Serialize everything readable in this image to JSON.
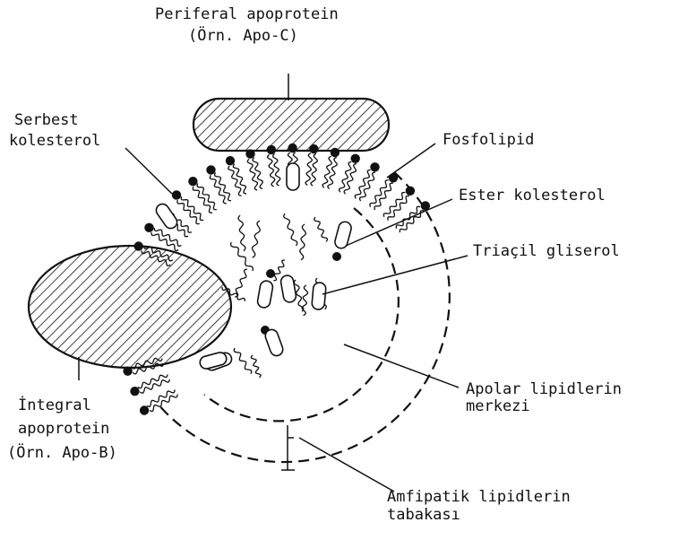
{
  "labels": {
    "peripheral_line1": "Periferal apoprotein",
    "peripheral_line2": "(Örn. Apo-C)",
    "free_chol_line1": "Serbest",
    "free_chol_line2": "kolesterol",
    "phospholipid": "Fosfolipid",
    "ester_chol": "Ester kolesterol",
    "triacyl": "Triaçil gliserol",
    "apolar_line1": "Apolar lipidlerin",
    "apolar_line2": "merkezi",
    "integral_line1": "İntegral",
    "integral_line2": "apoprotein",
    "integral_line3": "(Örn. Apo-B)",
    "amphipathic_line1": "Amfipatik lipidlerin",
    "amphipathic_line2": "tabakası"
  },
  "colors": {
    "ink": "#111111",
    "background": "#ffffff"
  }
}
